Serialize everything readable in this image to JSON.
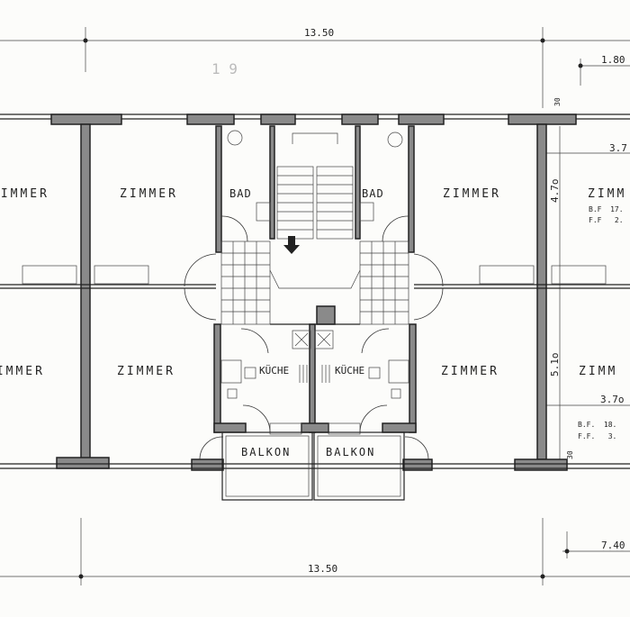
{
  "plan": {
    "pencil_note": "1 9",
    "dimensions": {
      "top_total": "13.50",
      "bottom_total": "13.50",
      "top_right": "1.80",
      "bottom_right": "7.40",
      "wall_top": "30",
      "wall_bottom": "30",
      "upper_room_depth": "4.7o",
      "lower_room_depth": "5.1o",
      "upper_room_width": "3.7",
      "lower_room_width": "3.7o"
    },
    "rooms": {
      "zimmer": "ZIMMER",
      "zimmer_cut": "ZIMM",
      "bad": "BAD",
      "kueche": "KÜCHE",
      "balkon": "BALKON"
    },
    "room_notes": {
      "upper_bf": "B.F  17.",
      "upper_ff": "F.F   2.",
      "lower_bf": "B.F.  18.",
      "lower_ff": "F.F.   3."
    }
  }
}
